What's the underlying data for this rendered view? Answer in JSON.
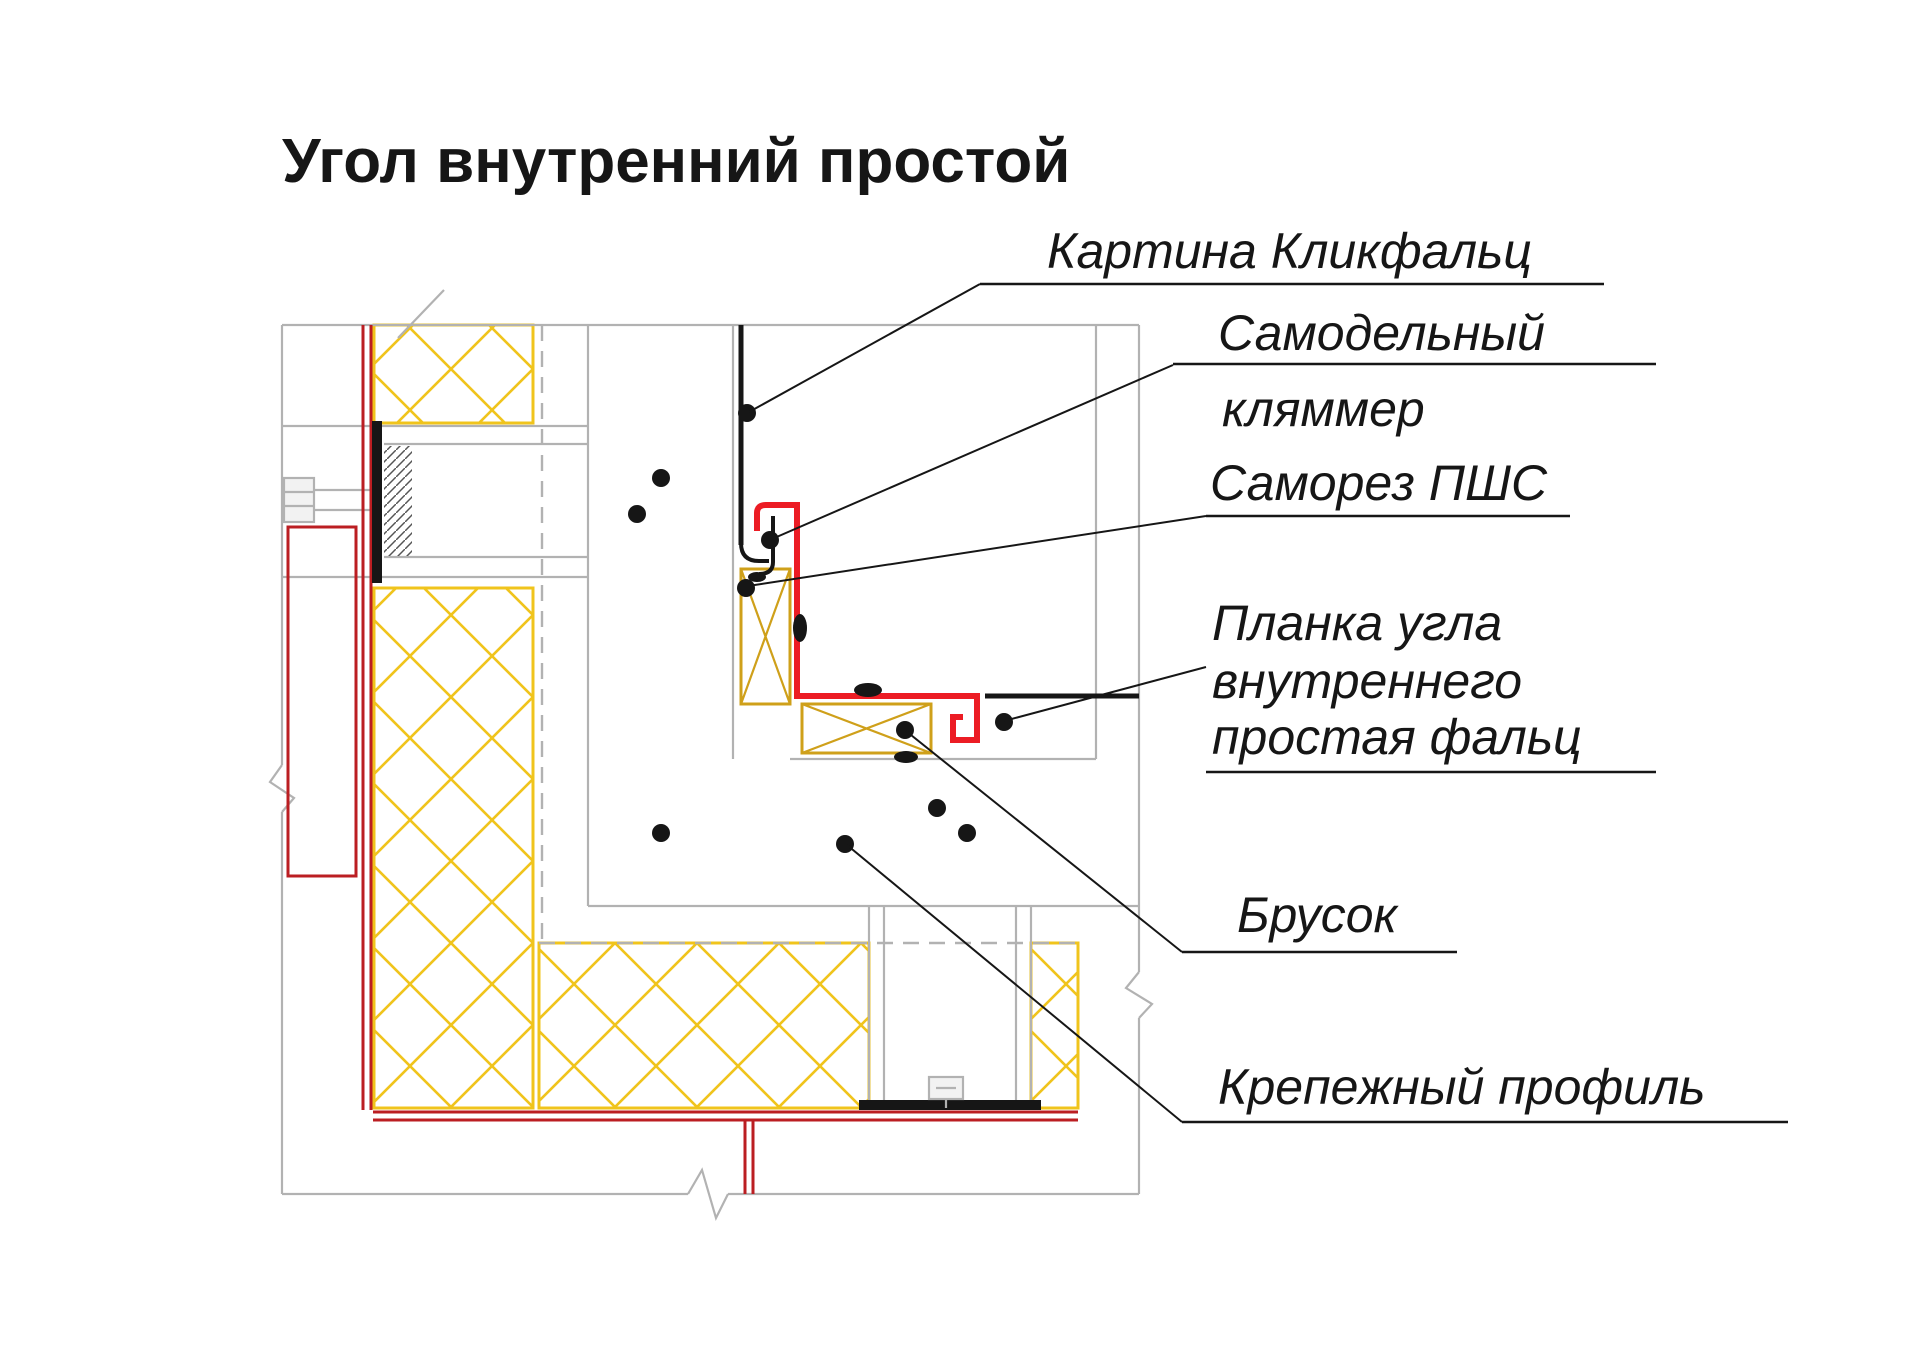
{
  "title": "Угол внутренний простой",
  "colors": {
    "red": "#ec1c24",
    "dark_red": "#bb1e22",
    "yellow": "#f0c41c",
    "wood": "#cfa01a",
    "gray": "#b2b2b2",
    "ink": "#161616"
  },
  "labels": {
    "kartina": {
      "line1": "Картина Кликфальц"
    },
    "klyammer": {
      "line1": "Самодельный",
      "line2": "кляммер"
    },
    "samorez": {
      "line1": "Саморез ПШС"
    },
    "planka": {
      "line1": "Планка угла",
      "line2": "внутреннего",
      "line3": "простая фальц"
    },
    "brusok": {
      "line1": "Брусок"
    },
    "krepezh": {
      "line1": "Крепежный профиль"
    }
  }
}
